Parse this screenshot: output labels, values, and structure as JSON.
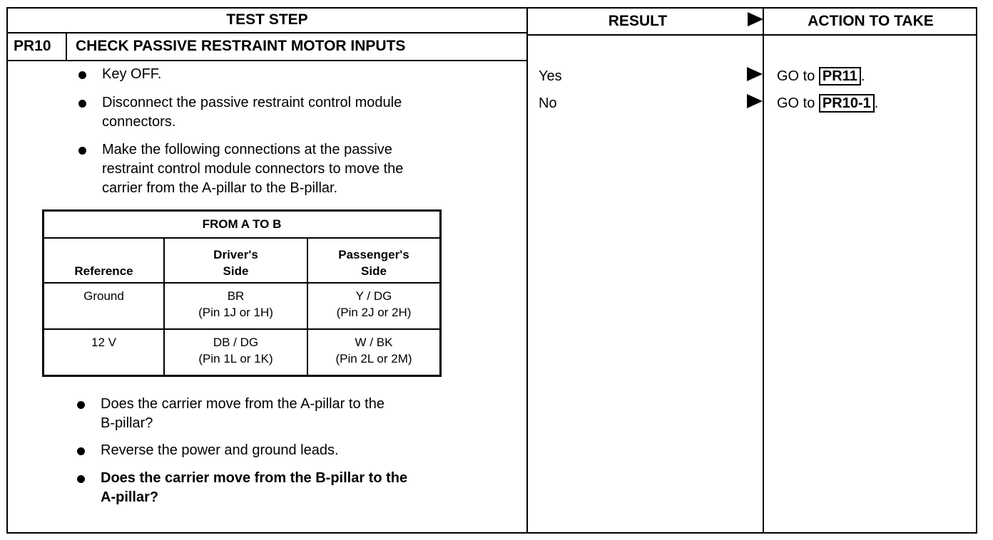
{
  "headers": {
    "test_step": "TEST STEP",
    "result": "RESULT",
    "action": "ACTION TO TAKE"
  },
  "step": {
    "code": "PR10",
    "title": "CHECK PASSIVE RESTRAINT MOTOR INPUTS"
  },
  "bullets_top": [
    {
      "text_1": "Key OFF."
    },
    {
      "text_1": "Disconnect the passive restraint control module",
      "text_2": "connectors."
    },
    {
      "text_1": "Make the following connections at the passive",
      "text_2": "restraint control module connectors to move the",
      "text_3": "carrier from the A-pillar to the B-pillar."
    }
  ],
  "table": {
    "caption": "FROM A TO B",
    "columns": [
      {
        "line_1": "",
        "line_2": "Reference"
      },
      {
        "line_1": "Driver's",
        "line_2": "Side"
      },
      {
        "line_1": "Passenger's",
        "line_2": "Side"
      }
    ],
    "rows": [
      {
        "reference": "Ground",
        "driver_1": "BR",
        "driver_2": "(Pin 1J or 1H)",
        "passenger_1": "Y / DG",
        "passenger_2": "(Pin 2J or 2H)"
      },
      {
        "reference": "12 V",
        "driver_1": "DB / DG",
        "driver_2": "(Pin 1L or 1K)",
        "passenger_1": "W / BK",
        "passenger_2": "(Pin 2L or 2M)"
      }
    ]
  },
  "bullets_bottom": [
    {
      "text_1": "Does the carrier move from the A-pillar to the",
      "text_2": "B-pillar?",
      "bold": false
    },
    {
      "text_1": "Reverse the power and ground leads.",
      "bold": false
    },
    {
      "text_1": "Does the carrier move from the B-pillar to the",
      "text_2": "A-pillar?",
      "bold": true
    }
  ],
  "results": [
    {
      "label": "Yes",
      "action_prefix": "GO to",
      "action_ref": "PR11",
      "action_suffix": "."
    },
    {
      "label": "No",
      "action_prefix": "GO to",
      "action_ref": "PR10-1",
      "action_suffix": "."
    }
  ]
}
